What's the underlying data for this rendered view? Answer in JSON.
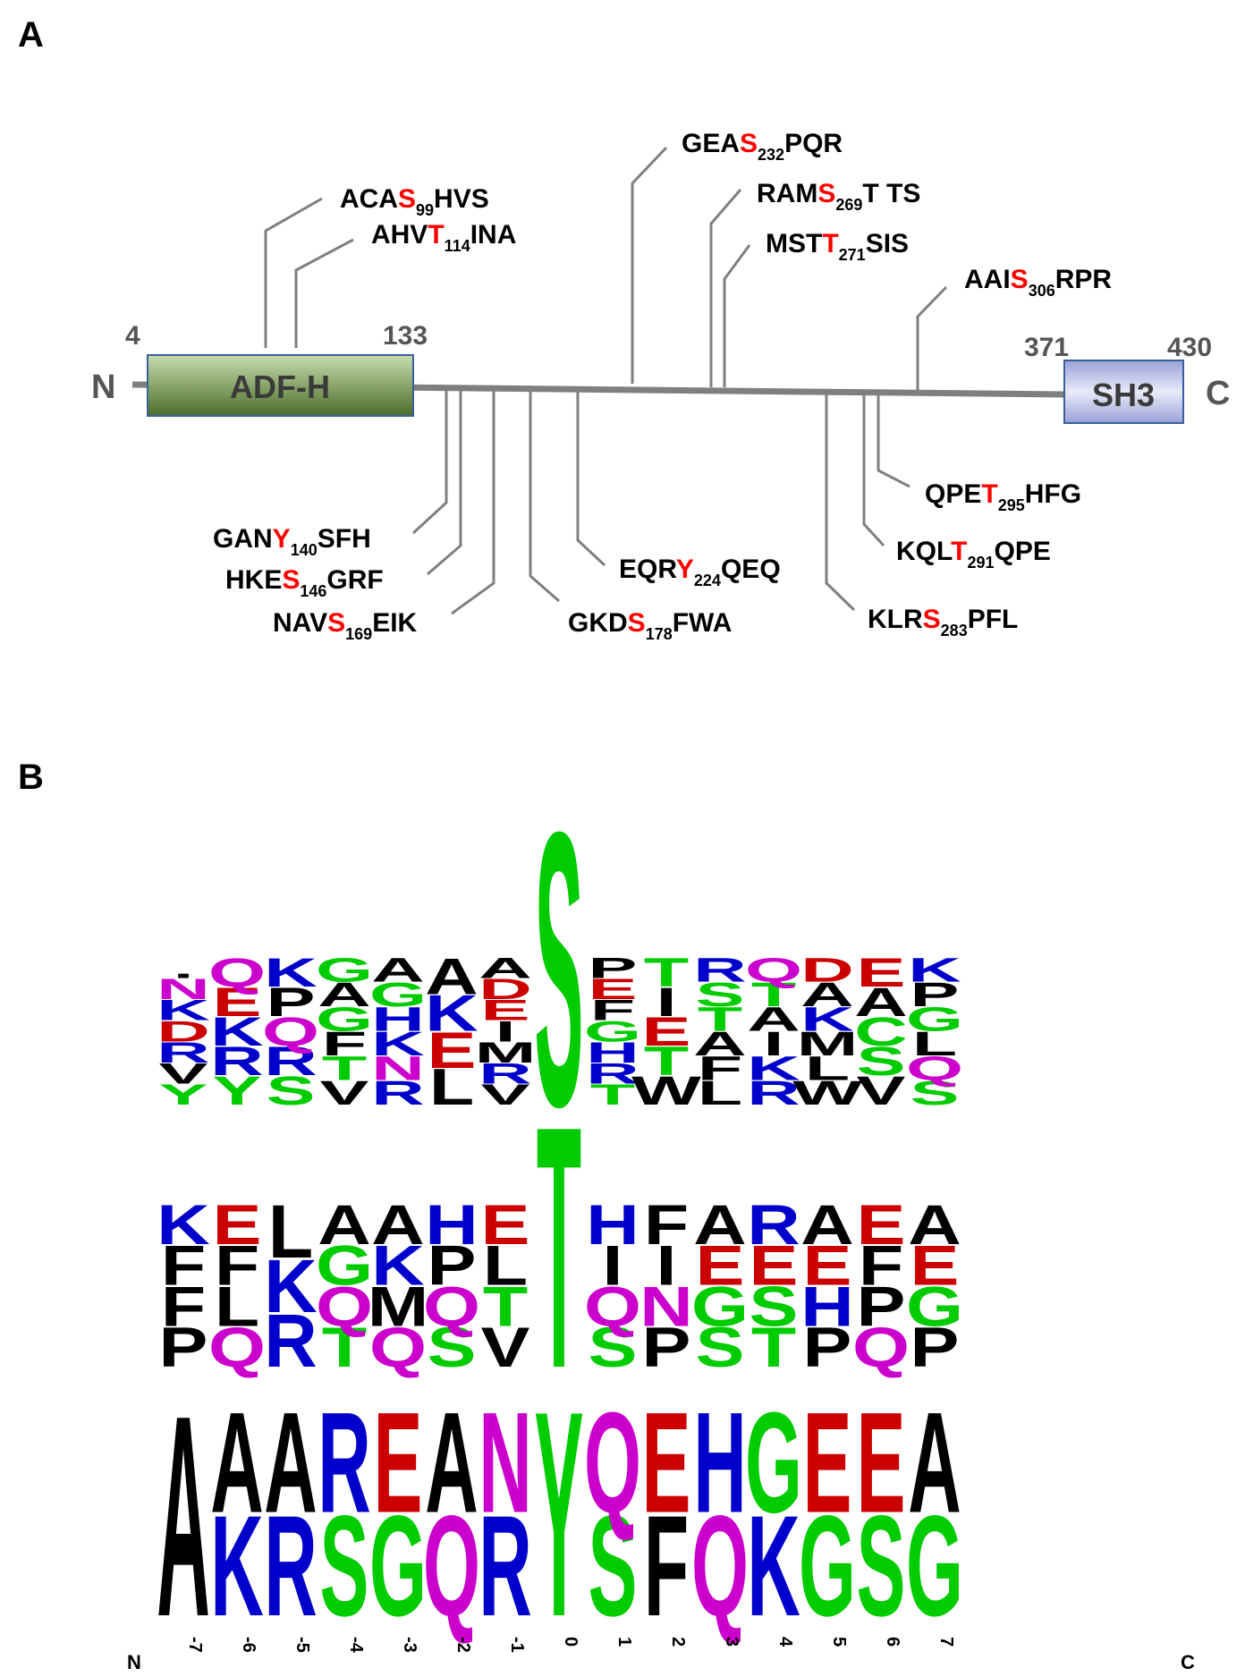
{
  "panel_a": {
    "label": "A",
    "n_term": "N",
    "c_term": "C",
    "domains": [
      {
        "name": "ADF-H",
        "start": 4,
        "end": 133
      },
      {
        "name": "SH3",
        "start": 371,
        "end": 430
      }
    ],
    "protein_length": 430,
    "position_labels": [
      "4",
      "133",
      "371",
      "430"
    ],
    "sites": [
      {
        "pre": "ACA",
        "res": "S",
        "num": "99",
        "post": "HVS",
        "side": "top"
      },
      {
        "pre": "AHV",
        "res": "T",
        "num": "114",
        "post": "INA",
        "side": "top"
      },
      {
        "pre": "GEA",
        "res": "S",
        "num": "232",
        "post": "PQR",
        "side": "top"
      },
      {
        "pre": "RAM",
        "res": "S",
        "num": "269",
        "post": "T TS",
        "side": "top"
      },
      {
        "pre": "MST",
        "res": "T",
        "num": "271",
        "post": "SIS",
        "side": "top"
      },
      {
        "pre": "AAI",
        "res": "S",
        "num": "306",
        "post": "RPR",
        "side": "top"
      },
      {
        "pre": "GAN",
        "res": "Y",
        "num": "140",
        "post": "SFH",
        "side": "bottom"
      },
      {
        "pre": "HKE",
        "res": "S",
        "num": "146",
        "post": "GRF",
        "side": "bottom"
      },
      {
        "pre": "NAV",
        "res": "S",
        "num": "169",
        "post": "EIK",
        "side": "bottom"
      },
      {
        "pre": "GKD",
        "res": "S",
        "num": "178",
        "post": "FWA",
        "side": "bottom"
      },
      {
        "pre": "EQR",
        "res": "Y",
        "num": "224",
        "post": "QEQ",
        "side": "bottom"
      },
      {
        "pre": "KLR",
        "res": "S",
        "num": "283",
        "post": "PFL",
        "side": "bottom"
      },
      {
        "pre": "KQL",
        "res": "T",
        "num": "291",
        "post": "QPE",
        "side": "bottom"
      },
      {
        "pre": "QPE",
        "res": "T",
        "num": "295",
        "post": "HFG",
        "side": "bottom"
      }
    ],
    "colors": {
      "site_residue": "#ff0000",
      "backbone": "#7f7f7f",
      "adf_dark": "#4c6e2a",
      "adf_light": "#c7dcae",
      "sh3_dark": "#8a8fc9",
      "sh3_light": "#e9ebf8",
      "domain_border": "#3a5fa0"
    }
  },
  "panel_b": {
    "label": "B",
    "n_label": "N",
    "c_label": "C",
    "positions": [
      "-7",
      "-6",
      "-5",
      "-4",
      "-3",
      "-2",
      "-1",
      "0",
      "1",
      "2",
      "3",
      "4",
      "5",
      "6",
      "7"
    ],
    "color_scheme": {
      "K": "#0000cc",
      "R": "#0000cc",
      "H": "#0000cc",
      "D": "#cc0000",
      "E": "#cc0000",
      "S": "#00cc00",
      "T": "#00cc00",
      "G": "#00cc00",
      "Y": "#00cc00",
      "C": "#00cc00",
      "Q": "#cc00cc",
      "N": "#cc00cc",
      "A": "#000000",
      "V": "#000000",
      "L": "#000000",
      "I": "#000000",
      "P": "#000000",
      "F": "#000000",
      "M": "#000000",
      "W": "#000000"
    },
    "logos": [
      {
        "name": "serine-logo",
        "center": "S",
        "columns": [
          [
            "Y",
            "V",
            "R",
            "D",
            "K",
            "N",
            "."
          ],
          [
            "Y",
            "R",
            "K",
            "E",
            "Q"
          ],
          [
            "S",
            "R",
            "Q",
            "P",
            "K"
          ],
          [
            "V",
            "T",
            "F",
            "G",
            "A",
            "G"
          ],
          [
            "R",
            "N",
            "K",
            "H",
            "G",
            "A"
          ],
          [
            "L",
            "E",
            "K",
            "A"
          ],
          [
            "V",
            "R",
            "M",
            "I",
            "E",
            "D",
            "A"
          ],
          [
            "S"
          ],
          [
            "T",
            "R",
            "H",
            "G",
            "F",
            "E",
            "P"
          ],
          [
            "W",
            "T",
            "E",
            "I",
            "T"
          ],
          [
            "L",
            "F",
            "A",
            "T",
            "S",
            "R"
          ],
          [
            "R",
            "K",
            "I",
            "A",
            "T",
            "Q"
          ],
          [
            "W",
            "L",
            "M",
            "K",
            "A",
            "D"
          ],
          [
            "V",
            "S",
            "C",
            "A",
            "E"
          ],
          [
            "S",
            "Q",
            "L",
            "G",
            "P",
            "K"
          ]
        ]
      },
      {
        "name": "threonine-logo",
        "center": "T",
        "columns": [
          [
            "P",
            "F",
            "F",
            "K"
          ],
          [
            "Q",
            "L",
            "F",
            "E"
          ],
          [
            "R",
            "K",
            "L"
          ],
          [
            "T",
            "Q",
            "G",
            "A"
          ],
          [
            "Q",
            "M",
            "K",
            "A"
          ],
          [
            "S",
            "Q",
            "P",
            "H"
          ],
          [
            "V",
            "T",
            "L",
            "E"
          ],
          [
            "T"
          ],
          [
            "S",
            "Q",
            "I",
            "H"
          ],
          [
            "P",
            "N",
            "I",
            "F"
          ],
          [
            "S",
            "G",
            "E",
            "A"
          ],
          [
            "T",
            "S",
            "E",
            "R"
          ],
          [
            "P",
            "H",
            "E",
            "A"
          ],
          [
            "Q",
            "P",
            "F",
            "E"
          ],
          [
            "P",
            "G",
            "E",
            "A"
          ]
        ]
      },
      {
        "name": "tyrosine-logo",
        "center": "Y",
        "columns": [
          [
            "A"
          ],
          [
            "K",
            "A"
          ],
          [
            "R",
            "A"
          ],
          [
            "S",
            "R"
          ],
          [
            "G",
            "E"
          ],
          [
            "Q",
            "A"
          ],
          [
            "R",
            "N"
          ],
          [
            "Y"
          ],
          [
            "S",
            "Q"
          ],
          [
            "F",
            "E"
          ],
          [
            "Q",
            "H"
          ],
          [
            "K",
            "G"
          ],
          [
            "G",
            "E"
          ],
          [
            "S",
            "E"
          ],
          [
            "G",
            "A"
          ]
        ]
      }
    ]
  }
}
